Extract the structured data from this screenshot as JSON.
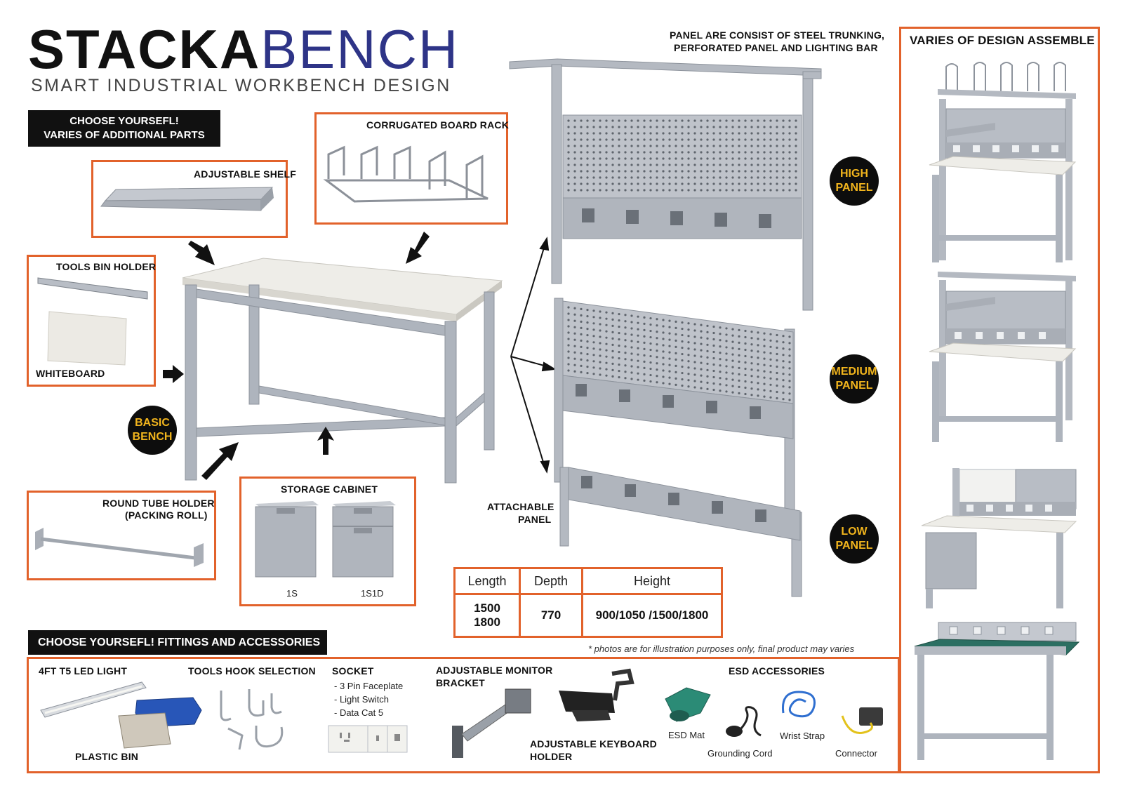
{
  "brand": {
    "part1": "STACKA",
    "part2": "BENCH",
    "subtitle": "SMART INDUSTRIAL WORKBENCH DESIGN"
  },
  "colors": {
    "accent": "#e2622b",
    "brand_blue": "#2e3487",
    "badge_text": "#f2b51d",
    "steel": "#b9bec6"
  },
  "choose_parts": {
    "line1": "CHOOSE YOURSEFL!",
    "line2": "VARIES OF ADDITIONAL PARTS"
  },
  "parts": {
    "adjustable_shelf": "ADJUSTABLE SHELF",
    "corrugated_rack": "CORRUGATED BOARD RACK",
    "tools_bin_holder": "TOOLS BIN HOLDER",
    "whiteboard": "WHITEBOARD",
    "round_tube_line1": "ROUND TUBE HOLDER",
    "round_tube_line2": "(PACKING ROLL)",
    "storage_cabinet": "STORAGE CABINET",
    "cabinet_1s": "1S",
    "cabinet_1s1d": "1S1D"
  },
  "basic_bench": {
    "line1": "BASIC",
    "line2": "BENCH"
  },
  "panel_note": {
    "line1": "PANEL ARE CONSIST OF STEEL TRUNKING,",
    "line2": "PERFORATED PANEL AND LIGHTING BAR"
  },
  "panels": {
    "high": {
      "line1": "HIGH",
      "line2": "PANEL"
    },
    "medium": {
      "line1": "MEDIUM",
      "line2": "PANEL"
    },
    "low": {
      "line1": "LOW",
      "line2": "PANEL"
    },
    "attachable_line1": "ATTACHABLE",
    "attachable_line2": "PANEL"
  },
  "spec_table": {
    "headers": [
      "Length",
      "Depth",
      "Height"
    ],
    "length_1": "1500",
    "length_2": "1800",
    "depth": "770",
    "height": "900/1050 /1500/1800"
  },
  "design_assemble_title": "VARIES OF DESIGN ASSEMBLE",
  "fittings_title": "CHOOSE YOURSEFL! FITTINGS AND ACCESSORIES",
  "disclaimer": "* photos are for illustration purposes only, final product may varies",
  "accessories": {
    "led": "4FT T5 LED LIGHT",
    "plastic_bin": "PLASTIC BIN",
    "tools_hook": "TOOLS HOOK SELECTION",
    "socket": "SOCKET",
    "socket_items": [
      "- 3 Pin Faceplate",
      "- Light Switch",
      "- Data Cat 5"
    ],
    "monitor_line1": "ADJUSTABLE MONITOR",
    "monitor_line2": "BRACKET",
    "keyboard_line1": "ADJUSTABLE KEYBOARD",
    "keyboard_line2": "HOLDER",
    "esd_title": "ESD ACCESSORIES",
    "esd_mat": "ESD Mat",
    "grounding_cord": "Grounding Cord",
    "wrist_strap": "Wrist Strap",
    "connector": "Connector"
  }
}
